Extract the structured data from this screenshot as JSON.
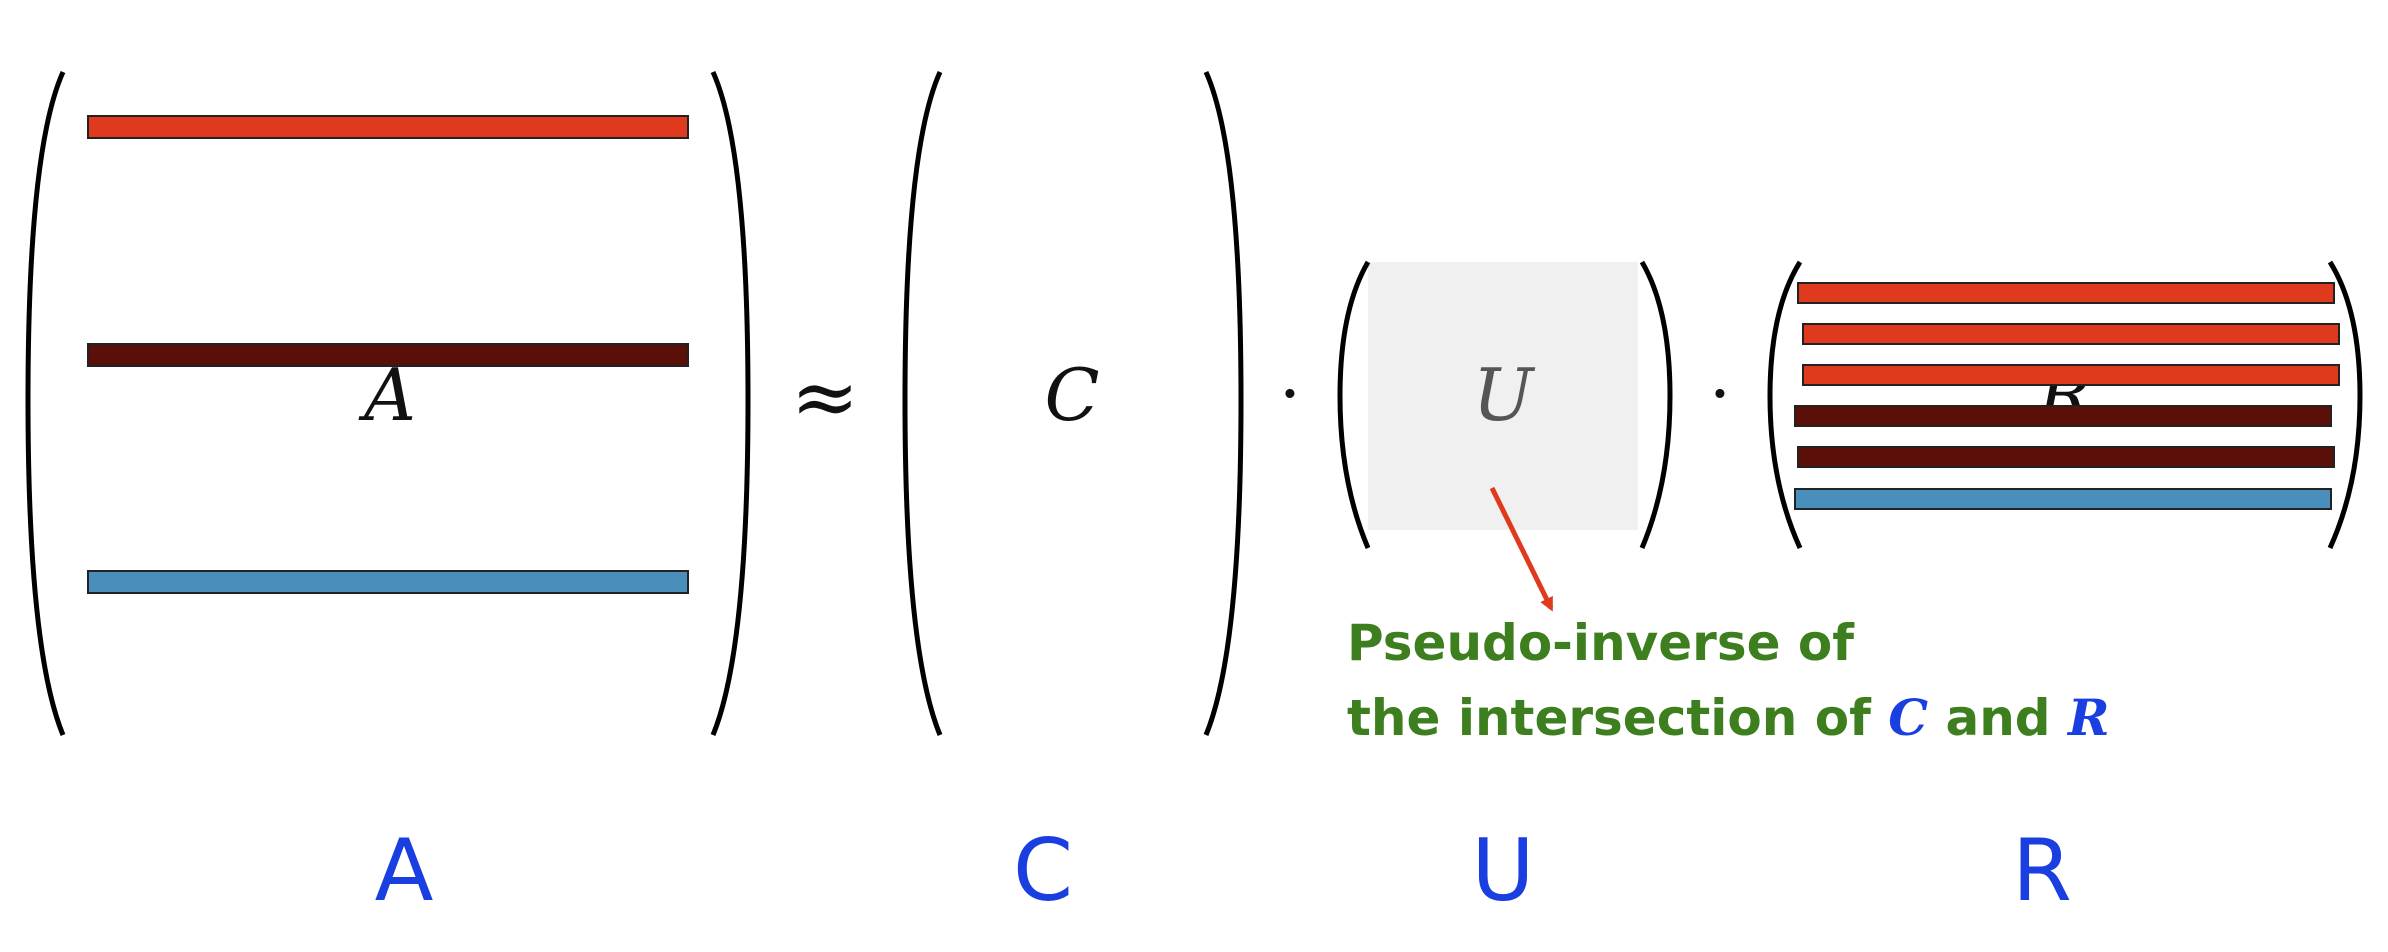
{
  "symbols": {
    "A": "A",
    "approx": "≈",
    "C": "C",
    "dot1": "·",
    "U": "U",
    "dot2": "·",
    "R": "R"
  },
  "annotation": {
    "line1": "Pseudo-inverse of",
    "line2_prefix": "the intersection of ",
    "line2_C": "C",
    "line2_mid": " and ",
    "line2_R": "R"
  },
  "captions": {
    "A": "A",
    "C": "C",
    "U": "U",
    "R": "R"
  },
  "colors": {
    "red": "#e03a1e",
    "dark_red": "#5a0f08",
    "blue_row": "#4a8fbc",
    "green_text": "#3d7f1e",
    "blue_text": "#1a3fe0",
    "gray_box": "#f0f0f0",
    "arrow": "#e03a1e"
  }
}
